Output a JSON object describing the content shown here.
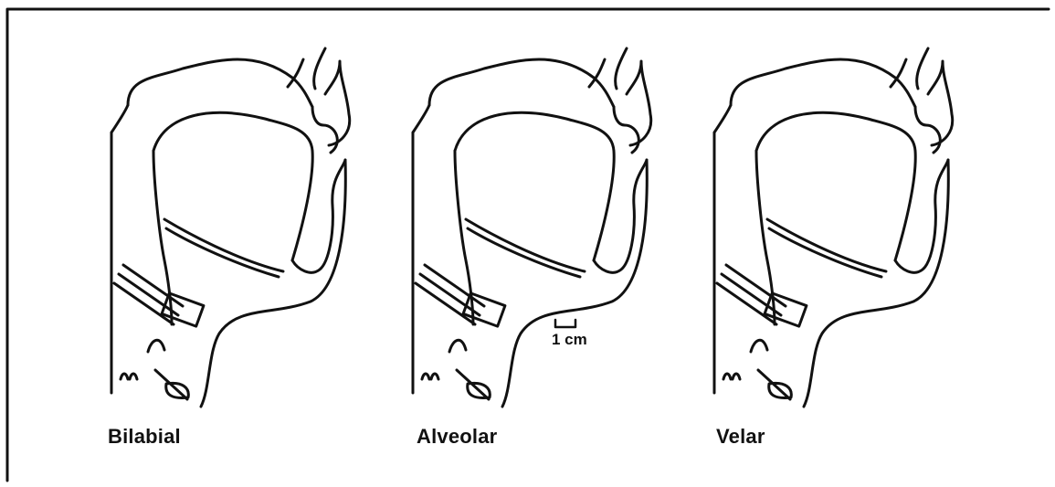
{
  "panels": [
    {
      "label": "Bilabial"
    },
    {
      "label": "Alveolar"
    },
    {
      "label": "Velar"
    }
  ],
  "scale": {
    "label": "1 cm"
  }
}
